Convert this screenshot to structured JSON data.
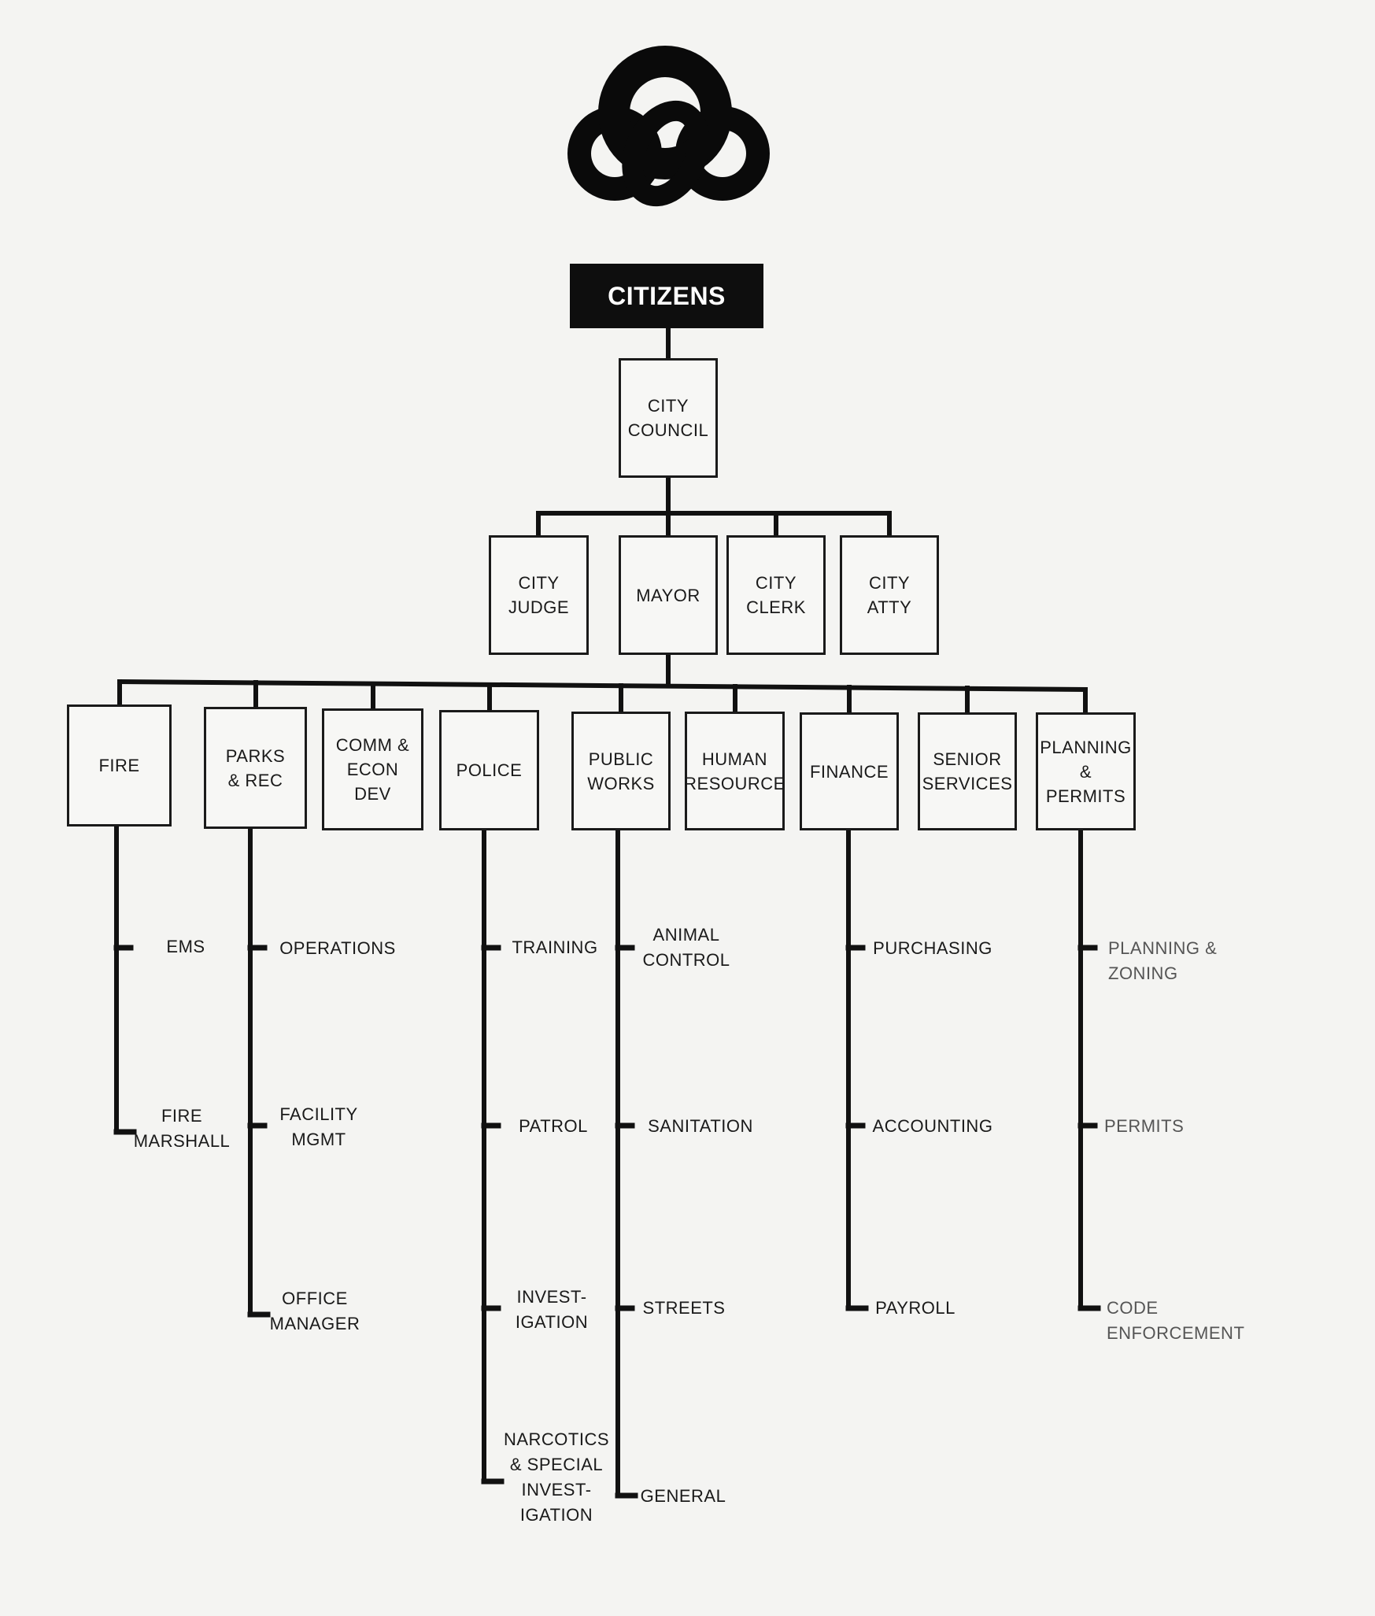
{
  "top": {
    "label": "CITIZENS"
  },
  "council": {
    "label": "CITY\nCOUNCIL"
  },
  "officials": [
    {
      "id": "city-judge",
      "label": "CITY\nJUDGE"
    },
    {
      "id": "mayor",
      "label": "MAYOR"
    },
    {
      "id": "city-clerk",
      "label": "CITY\nCLERK"
    },
    {
      "id": "city-atty",
      "label": "CITY\nATTY"
    }
  ],
  "departments": [
    {
      "id": "fire",
      "label": "FIRE",
      "units": [
        "EMS",
        "FIRE\nMARSHALL"
      ]
    },
    {
      "id": "parks-rec",
      "label": "PARKS\n& REC",
      "units": [
        "OPERATIONS",
        "FACILITY\nMGMT",
        "OFFICE\nMANAGER"
      ]
    },
    {
      "id": "comm-econ-dev",
      "label": "COMM &\nECON\nDEV",
      "units": []
    },
    {
      "id": "police",
      "label": "POLICE",
      "units": [
        "TRAINING",
        "PATROL",
        "INVEST-\nIGATION",
        "NARCOTICS\n& SPECIAL\nINVEST-\nIGATION"
      ]
    },
    {
      "id": "public-works",
      "label": "PUBLIC\nWORKS",
      "units": [
        "ANIMAL\nCONTROL",
        "SANITATION",
        "STREETS",
        "GENERAL"
      ]
    },
    {
      "id": "human-resource",
      "label": "HUMAN\nRESOURCE",
      "units": []
    },
    {
      "id": "finance",
      "label": "FINANCE",
      "units": [
        "PURCHASING",
        "ACCOUNTING",
        "PAYROLL"
      ]
    },
    {
      "id": "senior-services",
      "label": "SENIOR\nSERVICES",
      "units": []
    },
    {
      "id": "planning-permits",
      "label": "PLANNING\n&\nPERMITS",
      "units": [
        "PLANNING & ZONING",
        "PERMITS",
        "CODE ENFORCEMENT"
      ]
    }
  ],
  "colors": {
    "ink": "#111111",
    "citizens_fill": "#0e0e0e",
    "citizens_text": "#ffffff",
    "paper": "#f4f4f2"
  },
  "logo": {
    "icon": "interlocked-rings-logo"
  }
}
